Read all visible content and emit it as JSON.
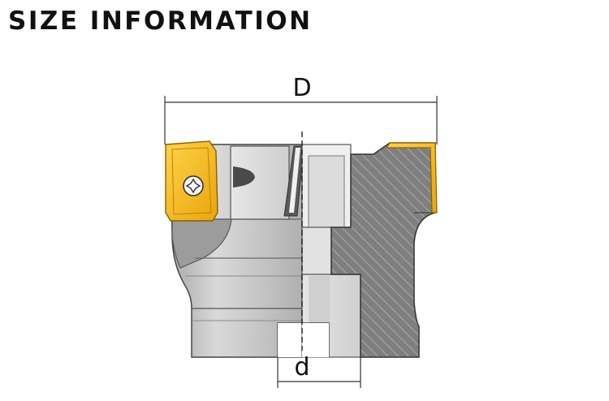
{
  "header": {
    "title": "SIZE INFORMATION"
  },
  "diagram": {
    "dimensions": {
      "outer_diameter_label": "D",
      "bore_diameter_label": "d"
    },
    "colors": {
      "insert": "#f5b317",
      "body_steel": "#c8c8c8",
      "section_hatch": "#7d7d7d",
      "outline": "#333333"
    }
  }
}
